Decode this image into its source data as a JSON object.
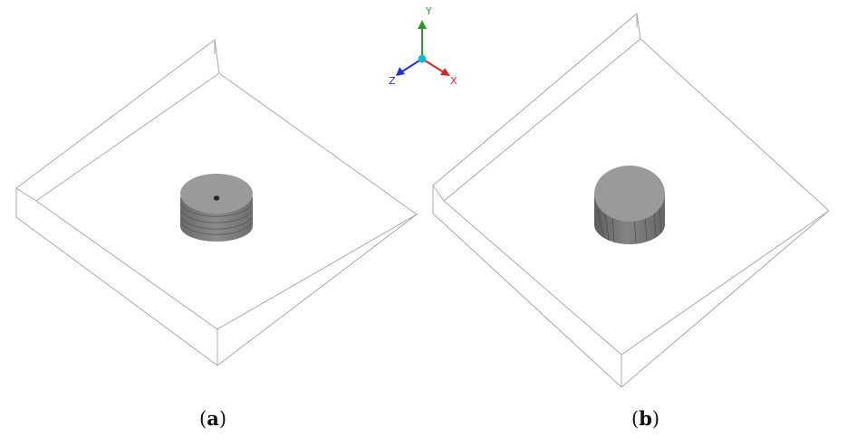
{
  "panels": [
    {
      "label_open": "(",
      "label_letter": "a",
      "label_close": ")"
    },
    {
      "label_open": "(",
      "label_letter": "b",
      "label_close": ")"
    }
  ],
  "axes": {
    "y_label": "Y",
    "x_label": "X",
    "z_label": "Z"
  },
  "colors": {
    "box_edge": "#a8a8a8",
    "cylinder_top": "#9a9a9a",
    "cylinder_side": "#7d7d7d",
    "cylinder_side_dark": "#5f5f5f",
    "axis_y": "#2e9a2e",
    "axis_x": "#d02a2a",
    "axis_z": "#2233cc",
    "axis_origin": "#20b8c8"
  }
}
